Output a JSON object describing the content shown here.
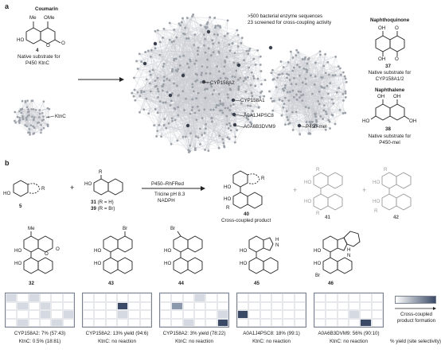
{
  "panel_a": {
    "label": "a",
    "coumarin": {
      "title": "Coumarin",
      "substituents": [
        "Me",
        "OMe"
      ],
      "ring_labels": [
        "HO",
        "O",
        "O"
      ],
      "compound_number": "4",
      "caption_line1": "Native substrate for",
      "caption_line2": "P450 KtnC"
    },
    "ktnc_label": "KtnC",
    "network_text_line1": ">500 bacterial enzyme sequences",
    "network_text_line2": "23 screened for cross-coupling activity",
    "enzyme_labels": [
      "CYP158A2",
      "CYP158A1",
      "A0A1J4PSC8",
      "A0A6B3DVM9",
      "P450-mel"
    ],
    "naphthoquinone": {
      "title": "Naphthoquinone",
      "atoms": [
        "OH",
        "O",
        "OH",
        "O"
      ],
      "compound_number": "37",
      "caption_line1": "Native substrate for",
      "caption_line2": "CYP158A1/2"
    },
    "naphthalene": {
      "title": "Naphthalene",
      "atoms": [
        "OH",
        "OH",
        "HO",
        "OH"
      ],
      "compound_number": "38",
      "caption_line1": "Native substrate for",
      "caption_line2": "P450-mel"
    }
  },
  "panel_b": {
    "label": "b",
    "reactant1": {
      "number": "5",
      "ring_labels": [
        "HO",
        "R"
      ]
    },
    "plus": "+",
    "reactant2": {
      "ring_labels": [
        "R",
        "HO"
      ],
      "line1_num": "31",
      "line1_text": "(R = H)",
      "line2_num": "39",
      "line2_text": "(R = Br)"
    },
    "conditions": {
      "line1": "P450–RhFRed",
      "line2": "Tricine pH 8.3",
      "line3": "NADPH"
    },
    "product": {
      "number": "40",
      "caption": "Cross-coupled product",
      "ring_labels": [
        "HO",
        "R",
        "HO",
        "R"
      ]
    },
    "side_products": [
      {
        "number": "41",
        "ring_labels": [
          "R",
          "HO",
          "R",
          "HO"
        ]
      },
      {
        "number": "42",
        "ring_labels": [
          "R",
          "HO",
          "R",
          "HO"
        ]
      }
    ],
    "products": [
      {
        "number": "32",
        "labels": [
          "Me",
          "HO",
          "O",
          "O",
          "HO"
        ],
        "yield_line1": "CYP158A2: 7% (57:43)",
        "yield_line2": "KtnC: 0.5% (18:81)"
      },
      {
        "number": "43",
        "labels": [
          "Br",
          "HO",
          "HO"
        ],
        "yield_line1": "CYP158A2: 13% yield (94:6)",
        "yield_line2": "KtnC: no reaction"
      },
      {
        "number": "44",
        "labels": [
          "Br",
          "HO",
          "HO"
        ],
        "yield_line1": "CYP158A2: 3% yield (78:22)",
        "yield_line2": "KtnC: no reaction"
      },
      {
        "number": "45",
        "labels": [
          "HO",
          "H",
          "N",
          "HO"
        ],
        "yield_line1": "A0A1J4PSC8: 18% (99:1)",
        "yield_line2": "KtnC: no reaction"
      },
      {
        "number": "46",
        "labels": [
          "HO",
          "H",
          "N",
          "HO",
          "Br"
        ],
        "yield_line1": "A0A6B3DVM9: 56% (90:10)",
        "yield_line2": "KtnC: no reaction"
      }
    ],
    "legend": {
      "line1": "Cross-coupled",
      "line2": "product formation",
      "axis_label": "% yield (site selectivity)"
    }
  },
  "colors": {
    "network_edges": "#c8cbd0",
    "network_nodes": "#9aa0a8",
    "highlight_node": "#39404c",
    "heatmap_dark": "#3a4a66",
    "heatmap_mid": "#8c98ac",
    "heatmap_light": "#d4d9e2",
    "line": "#222222"
  }
}
